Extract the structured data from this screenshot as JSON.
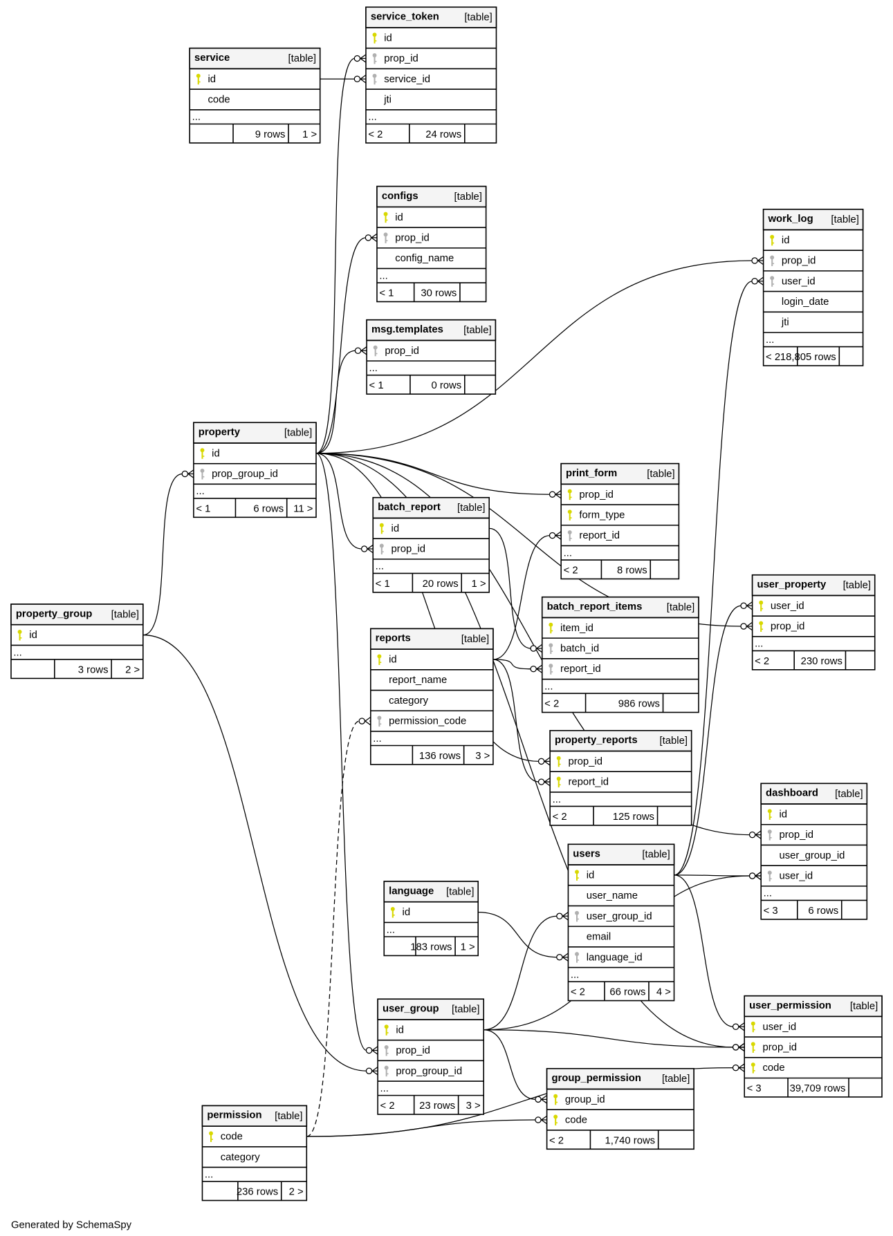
{
  "footer_text": "Generated by SchemaSpy",
  "table_tag": "[table]",
  "colors": {
    "primary_key": "#d8d800",
    "foreign_key": "#b0b0b0",
    "header": "#f4f4f4"
  },
  "tables": [
    {
      "name": "service",
      "rows": [
        {
          "name": "id",
          "key": "pk"
        },
        {
          "name": "code",
          "key": ""
        },
        {
          "name": "...",
          "key": "dots"
        }
      ],
      "footer": [
        "",
        "9 rows",
        "1 >"
      ]
    },
    {
      "name": "service_token",
      "rows": [
        {
          "name": "id",
          "key": "pk"
        },
        {
          "name": "prop_id",
          "key": "fk"
        },
        {
          "name": "service_id",
          "key": "fk"
        },
        {
          "name": "jti",
          "key": ""
        },
        {
          "name": "...",
          "key": "dots"
        }
      ],
      "footer": [
        "< 2",
        "24 rows",
        ""
      ]
    },
    {
      "name": "configs",
      "rows": [
        {
          "name": "id",
          "key": "pk"
        },
        {
          "name": "prop_id",
          "key": "fk"
        },
        {
          "name": "config_name",
          "key": ""
        },
        {
          "name": "...",
          "key": "dots"
        }
      ],
      "footer": [
        "< 1",
        "30 rows",
        ""
      ]
    },
    {
      "name": "msg.templates",
      "rows": [
        {
          "name": "prop_id",
          "key": "fk"
        },
        {
          "name": "...",
          "key": "dots"
        }
      ],
      "footer": [
        "< 1",
        "0 rows",
        ""
      ]
    },
    {
      "name": "work_log",
      "rows": [
        {
          "name": "id",
          "key": "pk"
        },
        {
          "name": "prop_id",
          "key": "fk"
        },
        {
          "name": "user_id",
          "key": "fk"
        },
        {
          "name": "login_date",
          "key": ""
        },
        {
          "name": "jti",
          "key": ""
        },
        {
          "name": "...",
          "key": "dots"
        }
      ],
      "footer": [
        "< 2",
        "18,805 rows",
        ""
      ]
    },
    {
      "name": "property",
      "rows": [
        {
          "name": "id",
          "key": "pk"
        },
        {
          "name": "prop_group_id",
          "key": "fk"
        },
        {
          "name": "...",
          "key": "dots"
        }
      ],
      "footer": [
        "< 1",
        "6 rows",
        "11 >"
      ]
    },
    {
      "name": "print_form",
      "rows": [
        {
          "name": "prop_id",
          "key": "pk"
        },
        {
          "name": "form_type",
          "key": "pk"
        },
        {
          "name": "report_id",
          "key": "fk"
        },
        {
          "name": "...",
          "key": "dots"
        }
      ],
      "footer": [
        "< 2",
        "8 rows",
        ""
      ]
    },
    {
      "name": "batch_report",
      "rows": [
        {
          "name": "id",
          "key": "pk"
        },
        {
          "name": "prop_id",
          "key": "fk"
        },
        {
          "name": "...",
          "key": "dots"
        }
      ],
      "footer": [
        "< 1",
        "20 rows",
        "1 >"
      ]
    },
    {
      "name": "property_group",
      "rows": [
        {
          "name": "id",
          "key": "pk"
        },
        {
          "name": "...",
          "key": "dots"
        }
      ],
      "footer": [
        "",
        "3 rows",
        "2 >"
      ]
    },
    {
      "name": "user_property",
      "rows": [
        {
          "name": "user_id",
          "key": "pk"
        },
        {
          "name": "prop_id",
          "key": "pk"
        },
        {
          "name": "...",
          "key": "dots"
        }
      ],
      "footer": [
        "< 2",
        "230 rows",
        ""
      ]
    },
    {
      "name": "batch_report_items",
      "rows": [
        {
          "name": "item_id",
          "key": "pk"
        },
        {
          "name": "batch_id",
          "key": "fk"
        },
        {
          "name": "report_id",
          "key": "fk"
        },
        {
          "name": "...",
          "key": "dots"
        }
      ],
      "footer": [
        "< 2",
        "986 rows",
        ""
      ]
    },
    {
      "name": "reports",
      "rows": [
        {
          "name": "id",
          "key": "pk"
        },
        {
          "name": "report_name",
          "key": ""
        },
        {
          "name": "category",
          "key": ""
        },
        {
          "name": "permission_code",
          "key": "fk"
        },
        {
          "name": "...",
          "key": "dots"
        }
      ],
      "footer": [
        "",
        "136 rows",
        "3 >"
      ]
    },
    {
      "name": "property_reports",
      "rows": [
        {
          "name": "prop_id",
          "key": "pk"
        },
        {
          "name": "report_id",
          "key": "pk"
        },
        {
          "name": "...",
          "key": "dots"
        }
      ],
      "footer": [
        "< 2",
        "125 rows",
        ""
      ]
    },
    {
      "name": "dashboard",
      "rows": [
        {
          "name": "id",
          "key": "pk"
        },
        {
          "name": "prop_id",
          "key": "fk"
        },
        {
          "name": "user_group_id",
          "key": ""
        },
        {
          "name": "user_id",
          "key": "fk"
        },
        {
          "name": "...",
          "key": "dots"
        }
      ],
      "footer": [
        "< 3",
        "6 rows",
        ""
      ]
    },
    {
      "name": "users",
      "rows": [
        {
          "name": "id",
          "key": "pk"
        },
        {
          "name": "user_name",
          "key": ""
        },
        {
          "name": "user_group_id",
          "key": "fk"
        },
        {
          "name": "email",
          "key": ""
        },
        {
          "name": "language_id",
          "key": "fk"
        },
        {
          "name": "...",
          "key": "dots"
        }
      ],
      "footer": [
        "< 2",
        "66 rows",
        "4 >"
      ]
    },
    {
      "name": "language",
      "rows": [
        {
          "name": "id",
          "key": "pk"
        },
        {
          "name": "...",
          "key": "dots"
        }
      ],
      "footer": [
        "",
        "183 rows",
        "1 >"
      ]
    },
    {
      "name": "user_group",
      "rows": [
        {
          "name": "id",
          "key": "pk"
        },
        {
          "name": "prop_id",
          "key": "fk"
        },
        {
          "name": "prop_group_id",
          "key": "fk"
        },
        {
          "name": "...",
          "key": "dots"
        }
      ],
      "footer": [
        "< 2",
        "23 rows",
        "3 >"
      ]
    },
    {
      "name": "user_permission",
      "rows": [
        {
          "name": "user_id",
          "key": "pk"
        },
        {
          "name": "prop_id",
          "key": "pk"
        },
        {
          "name": "code",
          "key": "pk"
        }
      ],
      "footer": [
        "< 3",
        "39,709 rows",
        ""
      ]
    },
    {
      "name": "group_permission",
      "rows": [
        {
          "name": "group_id",
          "key": "pk"
        },
        {
          "name": "code",
          "key": "pk"
        }
      ],
      "footer": [
        "< 2",
        "1,740 rows",
        ""
      ]
    },
    {
      "name": "permission",
      "rows": [
        {
          "name": "code",
          "key": "pk"
        },
        {
          "name": "category",
          "key": ""
        },
        {
          "name": "...",
          "key": "dots"
        }
      ],
      "footer": [
        "",
        "236 rows",
        "2 >"
      ]
    }
  ],
  "relationships": [
    {
      "from": "service.id",
      "to": "service_token.service_id"
    },
    {
      "from": "property.id",
      "to": "service_token.prop_id"
    },
    {
      "from": "property.id",
      "to": "configs.prop_id"
    },
    {
      "from": "property.id",
      "to": "msg.templates.prop_id"
    },
    {
      "from": "property.id",
      "to": "work_log.prop_id"
    },
    {
      "from": "property.id",
      "to": "print_form.prop_id"
    },
    {
      "from": "property.id",
      "to": "batch_report.prop_id"
    },
    {
      "from": "property.id",
      "to": "user_property.prop_id"
    },
    {
      "from": "property.id",
      "to": "property_reports.prop_id"
    },
    {
      "from": "property.id",
      "to": "dashboard.prop_id"
    },
    {
      "from": "property.id",
      "to": "user_group.prop_id"
    },
    {
      "from": "property.id",
      "to": "user_permission.prop_id"
    },
    {
      "from": "property_group.id",
      "to": "property.prop_group_id"
    },
    {
      "from": "property_group.id",
      "to": "user_group.prop_group_id"
    },
    {
      "from": "users.id",
      "to": "work_log.user_id"
    },
    {
      "from": "users.id",
      "to": "user_property.user_id"
    },
    {
      "from": "users.id",
      "to": "dashboard.user_id"
    },
    {
      "from": "users.id",
      "to": "user_permission.user_id"
    },
    {
      "from": "batch_report.id",
      "to": "batch_report_items.batch_id"
    },
    {
      "from": "reports.id",
      "to": "batch_report_items.report_id"
    },
    {
      "from": "reports.id",
      "to": "print_form.report_id"
    },
    {
      "from": "reports.id",
      "to": "property_reports.report_id"
    },
    {
      "from": "permission.code",
      "to": "reports.permission_code",
      "implied": true
    },
    {
      "from": "permission.code",
      "to": "group_permission.code"
    },
    {
      "from": "permission.code",
      "to": "user_permission.code"
    },
    {
      "from": "language.id",
      "to": "users.language_id"
    },
    {
      "from": "user_group.id",
      "to": "users.user_group_id"
    },
    {
      "from": "user_group.id",
      "to": "dashboard.user_id"
    },
    {
      "from": "user_group.id",
      "to": "group_permission.group_id"
    },
    {
      "from": "user_group.id",
      "to": "user_permission.prop_id"
    }
  ]
}
